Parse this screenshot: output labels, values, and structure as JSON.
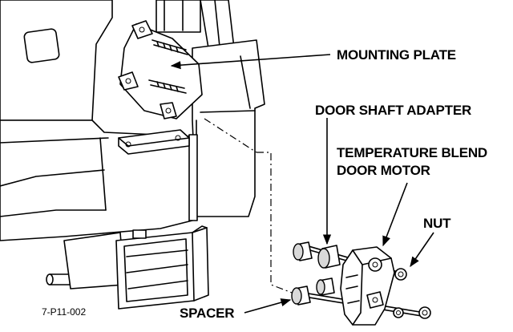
{
  "labels": {
    "mounting_plate": "MOUNTING PLATE",
    "door_shaft_adapter": "DOOR SHAFT ADAPTER",
    "temperature_blend_line1": "TEMPERATURE BLEND",
    "temperature_blend_line2": "DOOR MOTOR",
    "nut": "NUT",
    "spacer": "SPACER"
  },
  "figure_number": "7-P11-002"
}
